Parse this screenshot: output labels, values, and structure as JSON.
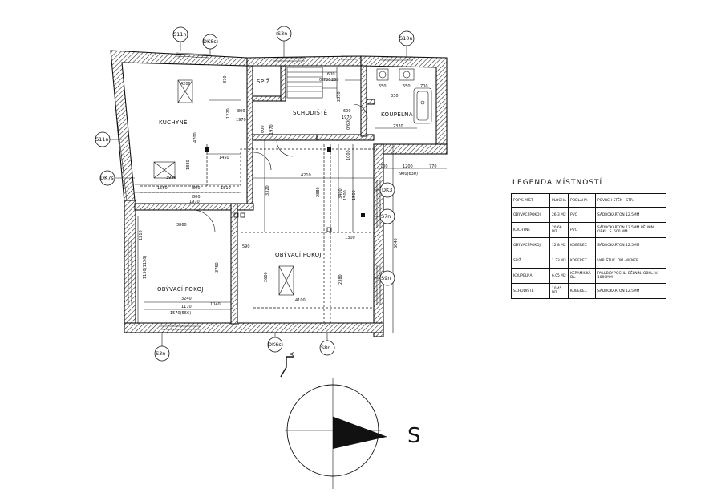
{
  "rooms": {
    "kuchyne": "KUCHYNĚ",
    "spiz": "SPIŽ",
    "schodiste": "SCHODIŠTĚ",
    "koupelna": "KOUPELNA",
    "obyvaci_pokoj_main": "OBÝVACÍ POKOJ",
    "obyvaci_pokoj_small": "OBÝVACÍ POKOJ"
  },
  "tags": {
    "s11n_top": "S11n",
    "dk8s": "DK8s",
    "s3n_top": "S3n",
    "s10n": "S10n",
    "s11n_left": "S11n",
    "dk7s": "DK7s",
    "dk3": "DK3",
    "s7n": "S7n",
    "s9n": "S9n",
    "s3n_bottom": "S3n",
    "dk6s": "DK6s",
    "s8n": "S8n"
  },
  "dimensions": {
    "d4200": "4200",
    "d870": "870",
    "d1220": "1220",
    "d4700": "4700",
    "d800": "800",
    "d1970a": "1970",
    "d1450": "1450",
    "d1880": "1880",
    "d3950": "3950",
    "d1550": "1550",
    "d890": "890",
    "d1510": "1510",
    "d800b": "800",
    "d1970b": "1970",
    "d600a": "600",
    "d1970c": "1970",
    "d4210": "4210",
    "d3320": "3320",
    "d2880": "2880",
    "d3400": "3400",
    "d1500a": "1500",
    "d1500b": "1500",
    "d590": "590",
    "d2600": "2600",
    "d2380": "2380",
    "d4100": "4100",
    "d600b": "600",
    "d0700": "0/700",
    "d260": "260",
    "d1970d": "1970",
    "d2350": "2350",
    "d600c": "600",
    "d650a": "650",
    "d650b": "650",
    "d700": "700",
    "d330": "330",
    "d2320": "2320",
    "d0600": "0/600",
    "d700b": "700",
    "d1200": "1200",
    "d770": "770",
    "d900": "900(630)",
    "d3860": "3860",
    "d1210": "1210",
    "d1150": "1150(1150)",
    "d3750": "3750",
    "d3240": "3240",
    "d1170": "1170",
    "d1040": "1040",
    "d1570": "1570(556)",
    "d6040": "6040",
    "d1000": "1000",
    "d1300": "1300"
  },
  "section_mark": "A",
  "compass_label": "S",
  "legend": {
    "title": "LEGENDA MÍSTNOSTÍ",
    "headers": [
      "POPIS MÍST.",
      "PLOCHA",
      "PODLAHA",
      "POVRCH STĚN · STR."
    ],
    "rows": [
      {
        "name": "OBÝVACÍ POKOJ",
        "area": "26.3 M2",
        "floor": "PVC",
        "surface": "SÁDROKARTON 12.5MM"
      },
      {
        "name": "KUCHYNĚ",
        "area": "20.66 M2",
        "floor": "PVC",
        "surface": "SÁDROKARTON 12.5MM BĚLNIN. OBKL. S. 600 MM"
      },
      {
        "name": "OBÝVACÍ POKOJ",
        "area": "12.8 M2",
        "floor": "KOBEREC",
        "surface": "SÁDROKARTON 12.5MM"
      },
      {
        "name": "SPIŽ",
        "area": "1.23 M2",
        "floor": "KOBEREC",
        "surface": "VAP. ŠTUK. OM.-WENER."
      },
      {
        "name": "KOUPELNA",
        "area": "6.05 M2",
        "floor": "KERAMICKÁ DL.",
        "surface": "PALUBKY-POCHL. BĚLNIN. OBKL. V. 1800MM"
      },
      {
        "name": "SCHODIŠTĚ",
        "area": "10.45 M2",
        "floor": "KOBEREC",
        "surface": "SÁDROKARTON 12.5MM"
      }
    ]
  }
}
